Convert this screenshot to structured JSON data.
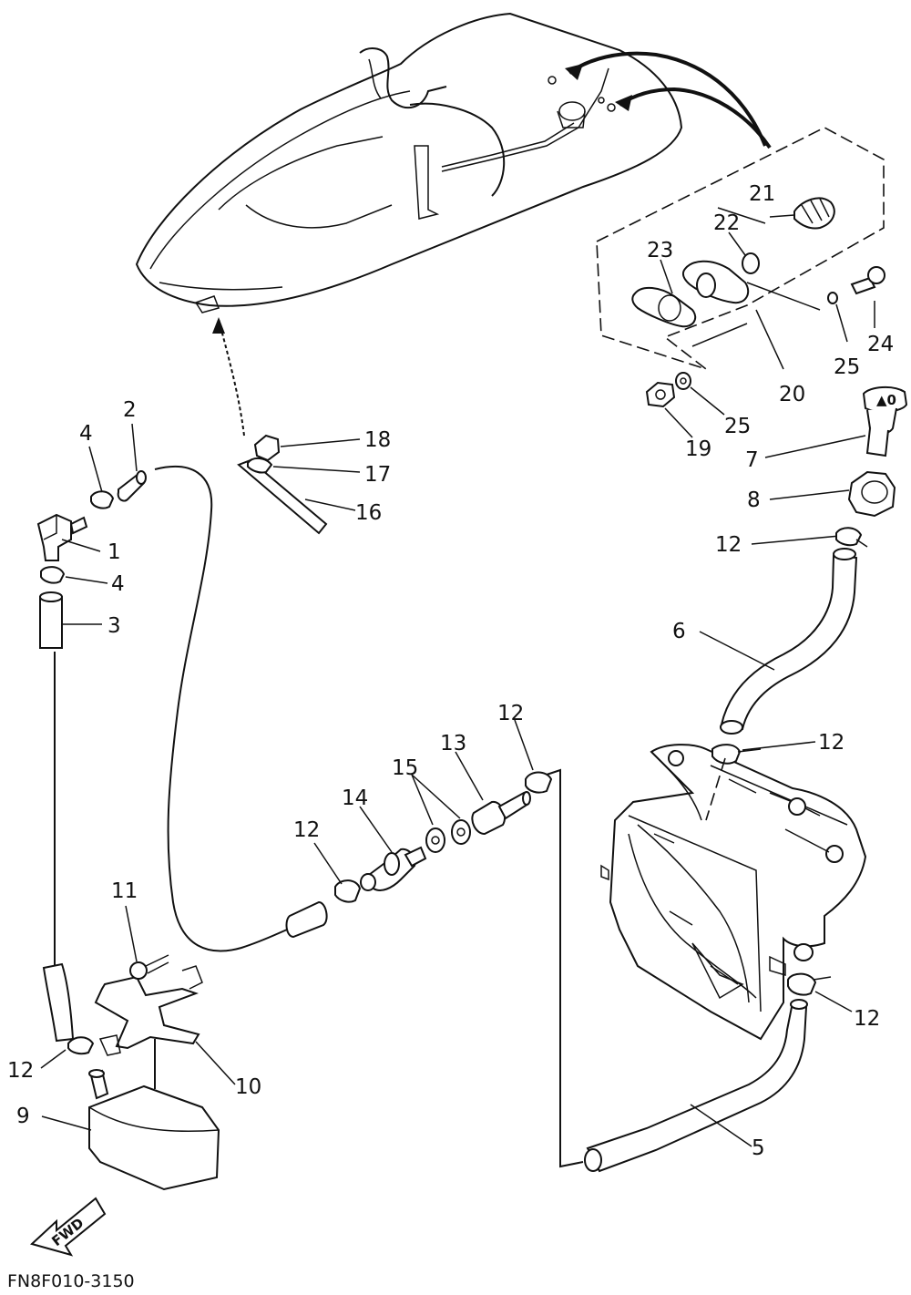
{
  "diagram": {
    "code": "FN8F010-3150",
    "fwd": "FWD",
    "callouts": [
      {
        "id": "c1",
        "text": "1"
      },
      {
        "id": "c2",
        "text": "2"
      },
      {
        "id": "c3",
        "text": "3"
      },
      {
        "id": "c4a",
        "text": "4"
      },
      {
        "id": "c4b",
        "text": "4"
      },
      {
        "id": "c5",
        "text": "5"
      },
      {
        "id": "c6",
        "text": "6"
      },
      {
        "id": "c7",
        "text": "7"
      },
      {
        "id": "c8",
        "text": "8"
      },
      {
        "id": "c9",
        "text": "9"
      },
      {
        "id": "c10",
        "text": "10"
      },
      {
        "id": "c11",
        "text": "11"
      },
      {
        "id": "c12a",
        "text": "12"
      },
      {
        "id": "c12b",
        "text": "12"
      },
      {
        "id": "c12c",
        "text": "12"
      },
      {
        "id": "c12d",
        "text": "12"
      },
      {
        "id": "c12e",
        "text": "12"
      },
      {
        "id": "c12f",
        "text": "12"
      },
      {
        "id": "c13",
        "text": "13"
      },
      {
        "id": "c14",
        "text": "14"
      },
      {
        "id": "c15",
        "text": "15"
      },
      {
        "id": "c16",
        "text": "16"
      },
      {
        "id": "c17",
        "text": "17"
      },
      {
        "id": "c18",
        "text": "18"
      },
      {
        "id": "c19",
        "text": "19"
      },
      {
        "id": "c20",
        "text": "20"
      },
      {
        "id": "c21",
        "text": "21"
      },
      {
        "id": "c22",
        "text": "22"
      },
      {
        "id": "c23",
        "text": "23"
      },
      {
        "id": "c24",
        "text": "24"
      },
      {
        "id": "c25a",
        "text": "25"
      },
      {
        "id": "c25b",
        "text": "25"
      }
    ]
  }
}
